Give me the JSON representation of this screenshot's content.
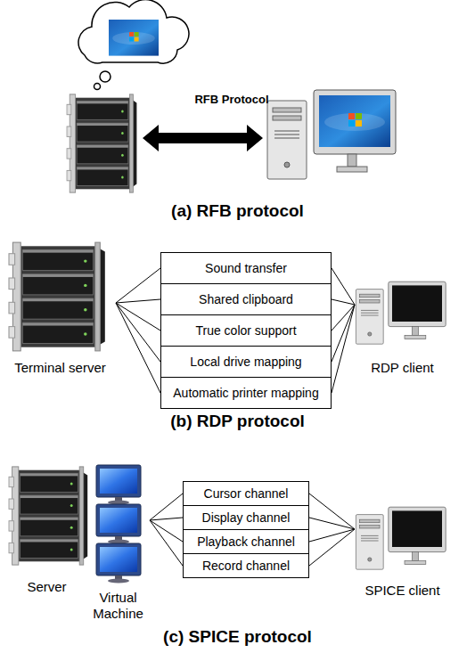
{
  "diagram": {
    "nodes": [
      {
        "text": [
          "Terminal server"
        ]
      },
      {
        "text": [
          "Sound transfer"
        ]
      },
      {
        "text": [
          "Shared clipboard"
        ]
      },
      {
        "text": [
          "True color support"
        ]
      },
      {
        "text": [
          "Local drive mapping"
        ]
      },
      {
        "text": [
          "Automatic printer mapping"
        ]
      },
      {
        "text": [
          "RDP client"
        ]
      },
      {
        "text": [
          "Server"
        ]
      },
      {
        "text": [
          "Virtual Machine"
        ]
      },
      {
        "text": [
          "Cursor channel"
        ]
      },
      {
        "text": [
          "Display channel"
        ]
      },
      {
        "text": [
          "Playback channel"
        ]
      },
      {
        "text": [
          "Record channel"
        ]
      },
      {
        "text": [
          "SPICE client"
        ]
      }
    ],
    "edges": [
      {
        "from": 0,
        "to": 1,
        "arrow": "none"
      },
      {
        "from": 0,
        "to": 2,
        "arrow": "none"
      },
      {
        "from": 0,
        "to": 3,
        "arrow": "none"
      },
      {
        "from": 0,
        "to": 4,
        "arrow": "none"
      },
      {
        "from": 0,
        "to": 5,
        "arrow": "none"
      },
      {
        "from": 1,
        "to": 6,
        "arrow": "none"
      },
      {
        "from": 2,
        "to": 6,
        "arrow": "none"
      },
      {
        "from": 3,
        "to": 6,
        "arrow": "none"
      },
      {
        "from": 4,
        "to": 6,
        "arrow": "none"
      },
      {
        "from": 5,
        "to": 6,
        "arrow": "none"
      },
      {
        "from": 8,
        "to": 9,
        "arrow": "none"
      },
      {
        "from": 8,
        "to": 10,
        "arrow": "none"
      },
      {
        "from": 8,
        "to": 11,
        "arrow": "none"
      },
      {
        "from": 8,
        "to": 12,
        "arrow": "none"
      },
      {
        "from": 9,
        "to": 13,
        "arrow": "none"
      },
      {
        "from": 10,
        "to": 13,
        "arrow": "none"
      },
      {
        "from": 11,
        "to": 13,
        "arrow": "none"
      },
      {
        "from": 12,
        "to": 13,
        "arrow": "none"
      }
    ],
    "labels": [
      "RFB Protocol",
      "(a) RFB protocol",
      "(b) RDP protocol",
      "(c) SPICE protocol"
    ]
  }
}
